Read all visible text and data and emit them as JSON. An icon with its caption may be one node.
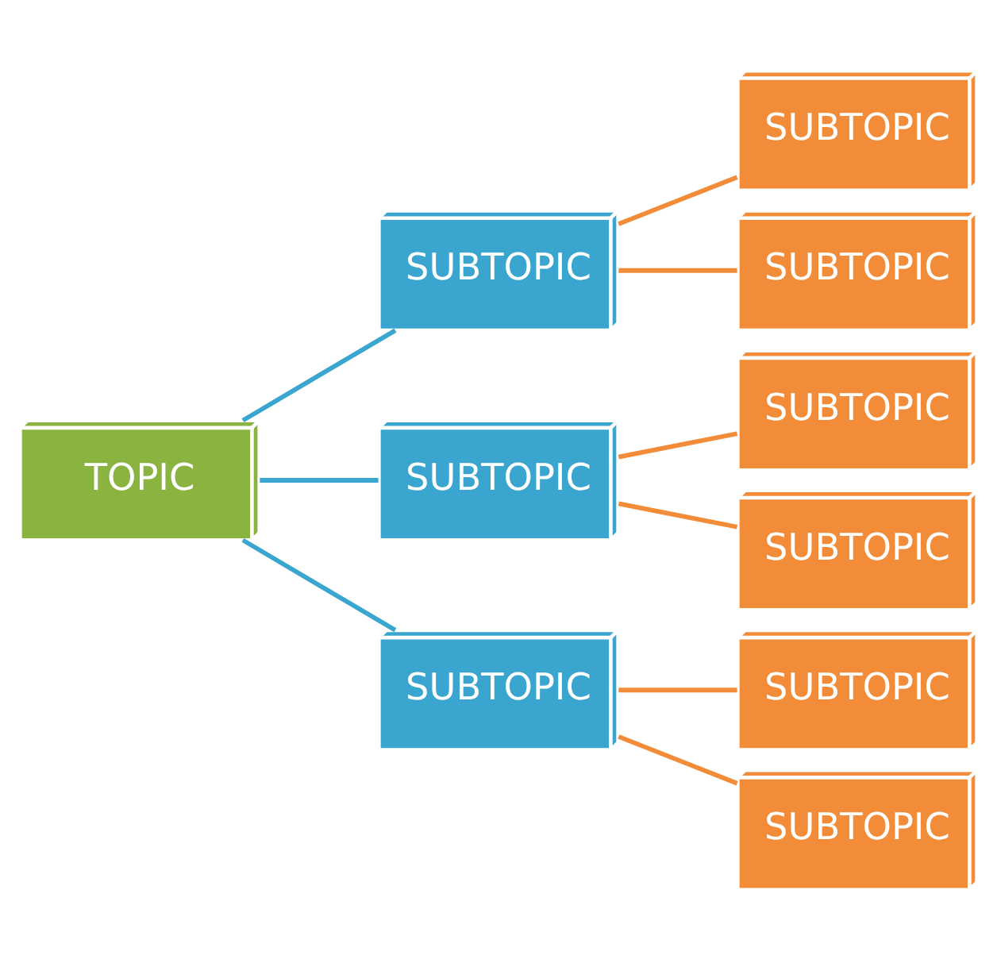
{
  "diagram": {
    "nodes": [
      {
        "text": [
          "TOPIC"
        ]
      },
      {
        "text": [
          "SUBTOPIC"
        ]
      },
      {
        "text": [
          "SUBTOPIC"
        ]
      },
      {
        "text": [
          "SUBTOPIC"
        ]
      },
      {
        "text": [
          "SUBTOPIC"
        ]
      },
      {
        "text": [
          "SUBTOPIC"
        ]
      },
      {
        "text": [
          "SUBTOPIC"
        ]
      },
      {
        "text": [
          "SUBTOPIC"
        ]
      },
      {
        "text": [
          "SUBTOPIC"
        ]
      },
      {
        "text": [
          "SUBTOPIC"
        ]
      }
    ],
    "edges": [
      {
        "from": 0,
        "to": 1,
        "arrow": "none",
        "color": "#3aa6d0"
      },
      {
        "from": 0,
        "to": 2,
        "arrow": "none",
        "color": "#3aa6d0"
      },
      {
        "from": 0,
        "to": 3,
        "arrow": "none",
        "color": "#3aa6d0"
      },
      {
        "from": 1,
        "to": 4,
        "arrow": "none"
      },
      {
        "from": 1,
        "to": 5,
        "arrow": "none"
      },
      {
        "from": 2,
        "to": 6,
        "arrow": "none"
      },
      {
        "from": 2,
        "to": 7,
        "arrow": "none"
      },
      {
        "from": 3,
        "to": 8,
        "arrow": "none"
      },
      {
        "from": 3,
        "to": 9,
        "arrow": "none"
      }
    ]
  }
}
